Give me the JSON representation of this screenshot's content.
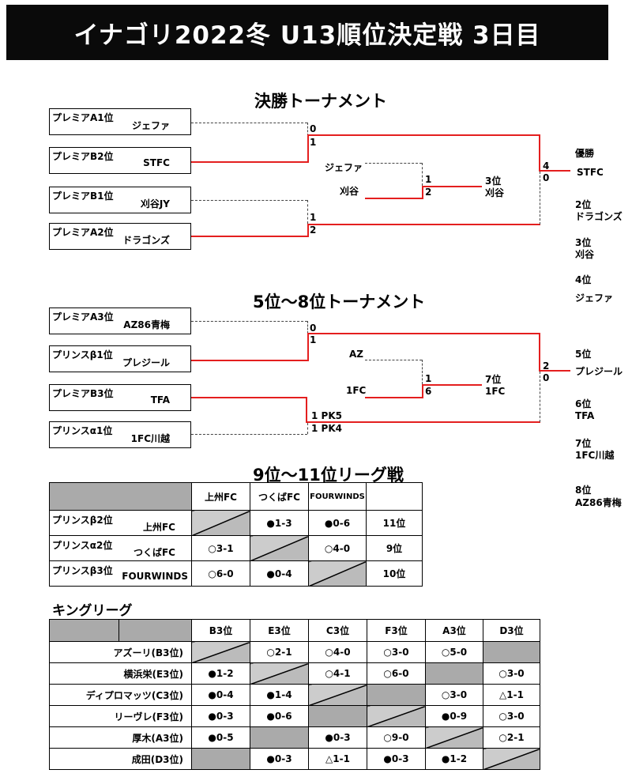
{
  "title": "イナゴリ2022冬 U13順位決定戦 3日目",
  "final": {
    "heading": "決勝トーナメント",
    "entries": [
      {
        "seed": "プレミアA1位",
        "team": "ジェファ"
      },
      {
        "seed": "プレミアB2位",
        "team": "STFC"
      },
      {
        "seed": "プレミアB1位",
        "team": "刈谷JY"
      },
      {
        "seed": "プレミアA2位",
        "team": "ドラゴンズ"
      }
    ],
    "sf1_scores": [
      "0",
      "1"
    ],
    "sf2_scores": [
      "1",
      "2"
    ],
    "final_scores": [
      "4",
      "0"
    ],
    "third_place": {
      "team_a": "ジェファ",
      "team_b": "刈谷",
      "scores": [
        "1",
        "2"
      ],
      "result_rank": "3位",
      "result_team": "刈谷"
    }
  },
  "final_ranks": [
    {
      "rank": "優勝",
      "team": "STFC"
    },
    {
      "rank": "2位",
      "team": "ドラゴンズ"
    },
    {
      "rank": "3位",
      "team": "刈谷"
    },
    {
      "rank": "4位",
      "team": "ジェファ"
    }
  ],
  "placement": {
    "heading": "5位～8位トーナメント",
    "entries": [
      {
        "seed": "プレミアA3位",
        "team": "AZ86青梅"
      },
      {
        "seed": "プリンスβ1位",
        "team": "プレジール"
      },
      {
        "seed": "プレミアB3位",
        "team": "TFA"
      },
      {
        "seed": "プリンスα1位",
        "team": "1FC川越"
      }
    ],
    "sf1_scores": [
      "0",
      "1"
    ],
    "sf2_scores": [
      "1 PK5",
      "1 PK4"
    ],
    "final_scores": [
      "2",
      "0"
    ],
    "seventh_place": {
      "team_a": "AZ",
      "team_b": "1FC",
      "scores": [
        "1",
        "6"
      ],
      "result_rank": "7位",
      "result_team": "1FC"
    }
  },
  "placement_ranks": [
    {
      "rank": "5位",
      "team": "プレジール"
    },
    {
      "rank": "6位",
      "team": "TFA"
    },
    {
      "rank": "7位",
      "team": "1FC川越"
    },
    {
      "rank": "8位",
      "team": "AZ86青梅"
    }
  ],
  "league9": {
    "heading": "9位～11位リーグ戦",
    "columns": [
      "上州FC",
      "つくばFC",
      "FOURWINDS"
    ],
    "rows": [
      {
        "seed": "プリンスβ2位",
        "team": "上州FC",
        "cells": [
          "",
          "●1-3",
          "●0-6"
        ],
        "rank": "11位"
      },
      {
        "seed": "プリンスα2位",
        "team": "つくばFC",
        "cells": [
          "○3-1",
          "",
          "○4-0"
        ],
        "rank": "9位"
      },
      {
        "seed": "プリンスβ3位",
        "team": "FOURWINDS",
        "cells": [
          "○6-0",
          "●0-4",
          ""
        ],
        "rank": "10位"
      }
    ]
  },
  "king": {
    "heading": "キングリーグ",
    "columns": [
      "B3位",
      "E3位",
      "C3位",
      "F3位",
      "A3位",
      "D3位"
    ],
    "rows": [
      {
        "team": "アズーリ(B3位)",
        "cells": [
          "",
          "○2-1",
          "○4-0",
          "○3-0",
          "○5-0",
          ""
        ]
      },
      {
        "team": "横浜栄(E3位)",
        "cells": [
          "●1-2",
          "",
          "○4-1",
          "○6-0",
          "",
          "○3-0"
        ]
      },
      {
        "team": "ディプロマッツ(C3位)",
        "cells": [
          "●0-4",
          "●1-4",
          "",
          "",
          "○3-0",
          "△1-1"
        ]
      },
      {
        "team": "リーヴレ(F3位)",
        "cells": [
          "●0-3",
          "●0-6",
          "",
          "",
          "●0-9",
          "○3-0"
        ]
      },
      {
        "team": "厚木(A3位)",
        "cells": [
          "●0-5",
          "",
          "●0-3",
          "○9-0",
          "",
          "○2-1"
        ]
      },
      {
        "team": "成田(D3位)",
        "cells": [
          "",
          "●0-3",
          "△1-1",
          "●0-3",
          "●1-2",
          ""
        ]
      }
    ]
  },
  "colors": {
    "winner_line": "#e41f1f",
    "banner": "#0a0a0a",
    "shade": "#aaaaaa"
  }
}
